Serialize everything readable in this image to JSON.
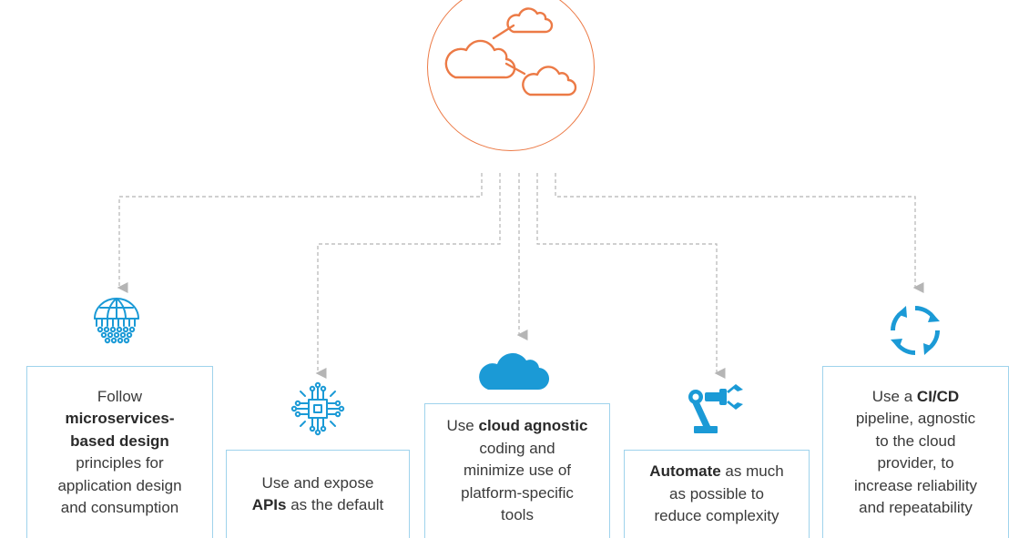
{
  "hub": {
    "icon": "multi-cloud-network-icon",
    "color": "#ec7a46"
  },
  "accent_color": "#1b9ad6",
  "connector_color": "#b5b5b5",
  "principles": [
    {
      "icon": "globe-network-icon",
      "text": [
        {
          "t": "Follow",
          "b": false
        },
        {
          "t": "microservices-",
          "b": true
        },
        {
          "t": "based design",
          "b": true
        },
        {
          "t": "principles for",
          "b": false
        },
        {
          "t": "application design",
          "b": false
        },
        {
          "t": "and consumption",
          "b": false
        }
      ]
    },
    {
      "icon": "api-chip-icon",
      "text": [
        {
          "t": "Use and expose",
          "b": false
        },
        {
          "t": "APIs",
          "b": true
        },
        {
          "t": " as the default",
          "b": false
        }
      ]
    },
    {
      "icon": "cloud-icon",
      "text": [
        {
          "t": "Use ",
          "b": false
        },
        {
          "t": "cloud agnostic",
          "b": true
        },
        {
          "t": "coding and",
          "b": false
        },
        {
          "t": "minimize use of",
          "b": false
        },
        {
          "t": "platform-specific",
          "b": false
        },
        {
          "t": "tools",
          "b": false
        }
      ]
    },
    {
      "icon": "robot-arm-icon",
      "text": [
        {
          "t": "Automate",
          "b": true
        },
        {
          "t": " as much",
          "b": false
        },
        {
          "t": "as possible to",
          "b": false
        },
        {
          "t": "reduce complexity",
          "b": false
        }
      ]
    },
    {
      "icon": "cycle-arrows-icon",
      "text": [
        {
          "t": "Use a ",
          "b": false
        },
        {
          "t": "CI/CD",
          "b": true
        },
        {
          "t": "pipeline, agnostic",
          "b": false
        },
        {
          "t": "to the cloud",
          "b": false
        },
        {
          "t": "provider, to",
          "b": false
        },
        {
          "t": "increase reliability",
          "b": false
        },
        {
          "t": "and repeatability",
          "b": false
        }
      ]
    }
  ]
}
